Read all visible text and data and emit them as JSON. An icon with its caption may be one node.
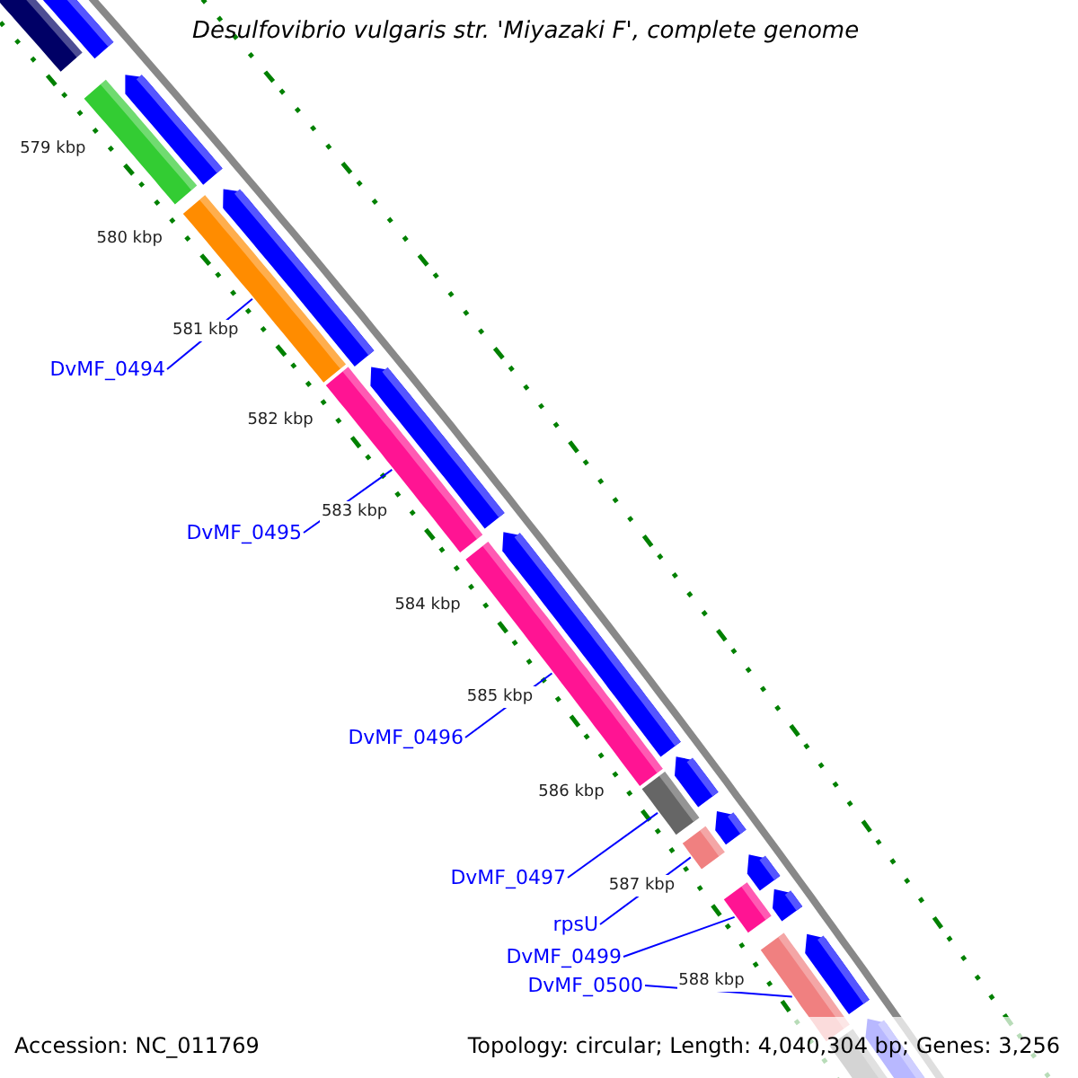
{
  "diagram": {
    "title": "Desulfovibrio vulgaris str. 'Miyazaki F', complete genome",
    "nodes": [
      {
        "text": [
          "DvMF_0494"
        ]
      },
      {
        "text": [
          "DvMF_0495"
        ]
      },
      {
        "text": [
          "DvMF_0496"
        ]
      },
      {
        "text": [
          "DvMF_0497"
        ]
      },
      {
        "text": [
          "rpsU"
        ]
      },
      {
        "text": [
          "DvMF_0499"
        ]
      },
      {
        "text": [
          "DvMF_0500"
        ]
      },
      {
        "text": [],
        "shape": "bar"
      },
      {
        "text": [],
        "shape": "bar"
      },
      {
        "text": [],
        "shape": "bar"
      },
      {
        "text": [],
        "shape": "bar"
      },
      {
        "text": [],
        "shape": "bar"
      },
      {
        "text": [],
        "shape": "bar"
      },
      {
        "text": [],
        "shape": "bar"
      }
    ],
    "edges": [
      {
        "from": 0,
        "to": 7,
        "arrow": "none"
      },
      {
        "from": 1,
        "to": 8,
        "arrow": "none"
      },
      {
        "from": 2,
        "to": 9,
        "arrow": "none"
      },
      {
        "from": 3,
        "to": 10,
        "arrow": "none"
      },
      {
        "from": 4,
        "to": 11,
        "arrow": "none"
      },
      {
        "from": 5,
        "to": 12,
        "arrow": "none"
      },
      {
        "from": 6,
        "to": 13,
        "arrow": "none"
      }
    ],
    "labels": [
      "579 kbp",
      "580 kbp",
      "581 kbp",
      "582 kbp",
      "583 kbp",
      "584 kbp",
      "585 kbp",
      "586 kbp",
      "587 kbp",
      "588 kbp",
      "Accession: NC_011769",
      "Topology: circular; Length: 4,040,304 bp; Genes: 3,256"
    ]
  }
}
